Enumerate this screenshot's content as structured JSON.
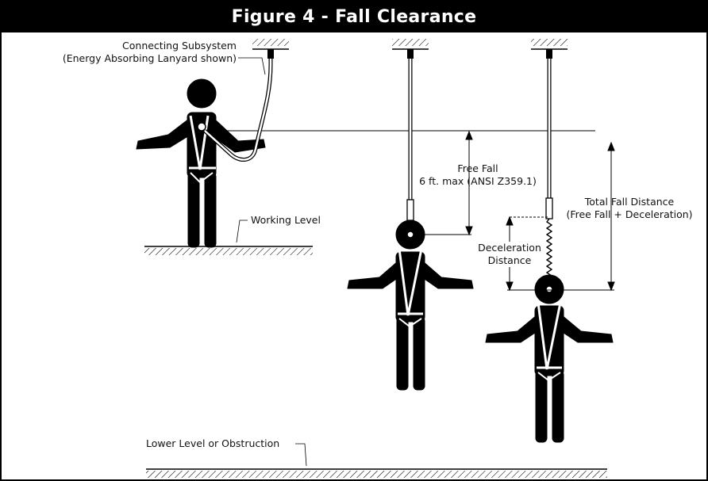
{
  "figure": {
    "title": "Figure 4 - Fall Clearance"
  },
  "labels": {
    "connecting_subsystem_line1": "Connecting Subsystem",
    "connecting_subsystem_line2": "(Energy Absorbing Lanyard shown)",
    "working_level": "Working Level",
    "free_fall_line1": "Free Fall",
    "free_fall_line2": "6 ft. max (ANSI Z359.1)",
    "total_fall_line1": "Total Fall Distance",
    "total_fall_line2": "(Free Fall + Deceleration)",
    "deceleration_line1": "Deceleration",
    "deceleration_line2": "Distance",
    "lower_level": "Lower Level or Obstruction"
  },
  "colors": {
    "ink": "#000000",
    "background": "#ffffff",
    "title_text": "#ffffff"
  }
}
